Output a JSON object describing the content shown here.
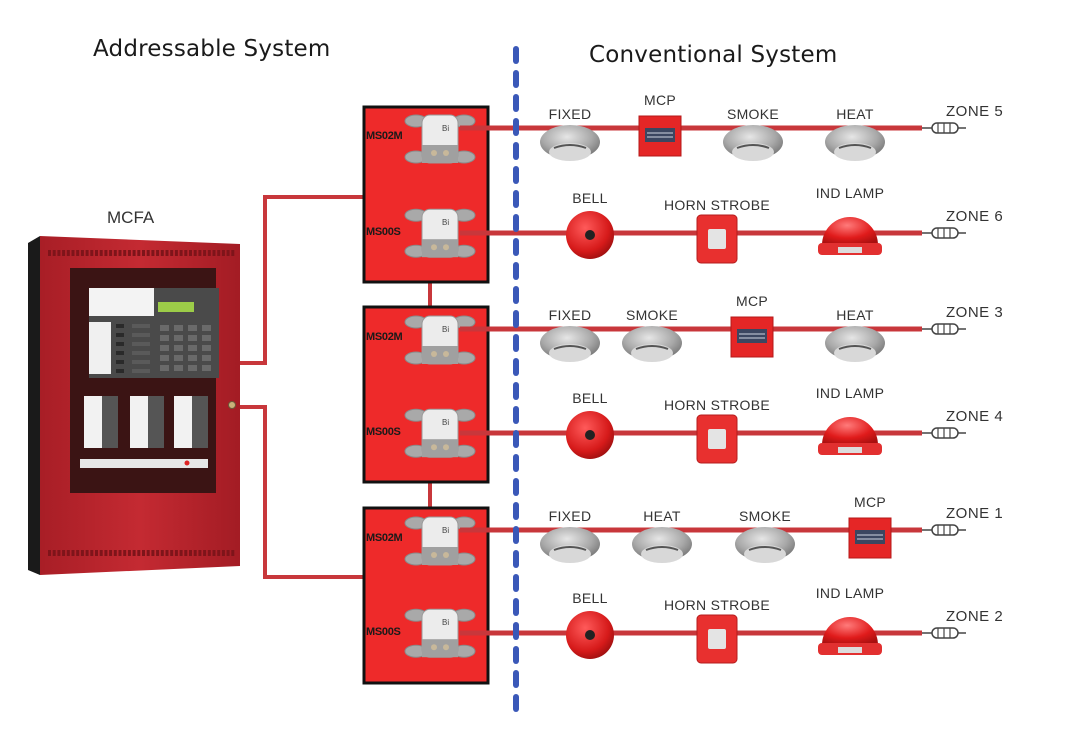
{
  "titles": {
    "addressable": "Addressable System",
    "conventional": "Conventional System"
  },
  "panel": {
    "label": "MCFA"
  },
  "colors": {
    "wire": "#c8373b",
    "module_box": "#ee2a2a",
    "divider": "#3a58b8",
    "panel_body": "#b8232b",
    "panel_face": "#3b1414",
    "lcd": "#9ccc48"
  },
  "module_boxes": [
    {
      "modules": [
        {
          "label": "MS02M",
          "type": "monitor-module"
        },
        {
          "label": "MS00S",
          "type": "control-module"
        }
      ]
    },
    {
      "modules": [
        {
          "label": "MS02M",
          "type": "monitor-module"
        },
        {
          "label": "MS00S",
          "type": "control-module"
        }
      ]
    },
    {
      "modules": [
        {
          "label": "MS02M",
          "type": "monitor-module"
        },
        {
          "label": "MS00S",
          "type": "control-module"
        }
      ]
    }
  ],
  "zones": [
    {
      "zone": "ZONE 5",
      "devices": [
        {
          "label": "FIXED",
          "type": "detector"
        },
        {
          "label": "MCP",
          "type": "mcp"
        },
        {
          "label": "SMOKE",
          "type": "detector"
        },
        {
          "label": "HEAT",
          "type": "detector"
        }
      ]
    },
    {
      "zone": "ZONE 6",
      "devices": [
        {
          "label": "BELL",
          "type": "bell"
        },
        {
          "label": "HORN STROBE",
          "type": "strobe"
        },
        {
          "label": "IND LAMP",
          "type": "lamp"
        }
      ]
    },
    {
      "zone": "ZONE 3",
      "devices": [
        {
          "label": "FIXED",
          "type": "detector"
        },
        {
          "label": "SMOKE",
          "type": "detector"
        },
        {
          "label": "MCP",
          "type": "mcp"
        },
        {
          "label": "HEAT",
          "type": "detector"
        }
      ]
    },
    {
      "zone": "ZONE 4",
      "devices": [
        {
          "label": "BELL",
          "type": "bell"
        },
        {
          "label": "HORN STROBE",
          "type": "strobe"
        },
        {
          "label": "IND LAMP",
          "type": "lamp"
        }
      ]
    },
    {
      "zone": "ZONE 1",
      "devices": [
        {
          "label": "FIXED",
          "type": "detector"
        },
        {
          "label": "HEAT",
          "type": "detector"
        },
        {
          "label": "SMOKE",
          "type": "detector"
        },
        {
          "label": "MCP",
          "type": "mcp"
        }
      ]
    },
    {
      "zone": "ZONE 2",
      "devices": [
        {
          "label": "BELL",
          "type": "bell"
        },
        {
          "label": "HORN STROBE",
          "type": "strobe"
        },
        {
          "label": "IND LAMP",
          "type": "lamp"
        }
      ]
    }
  ]
}
